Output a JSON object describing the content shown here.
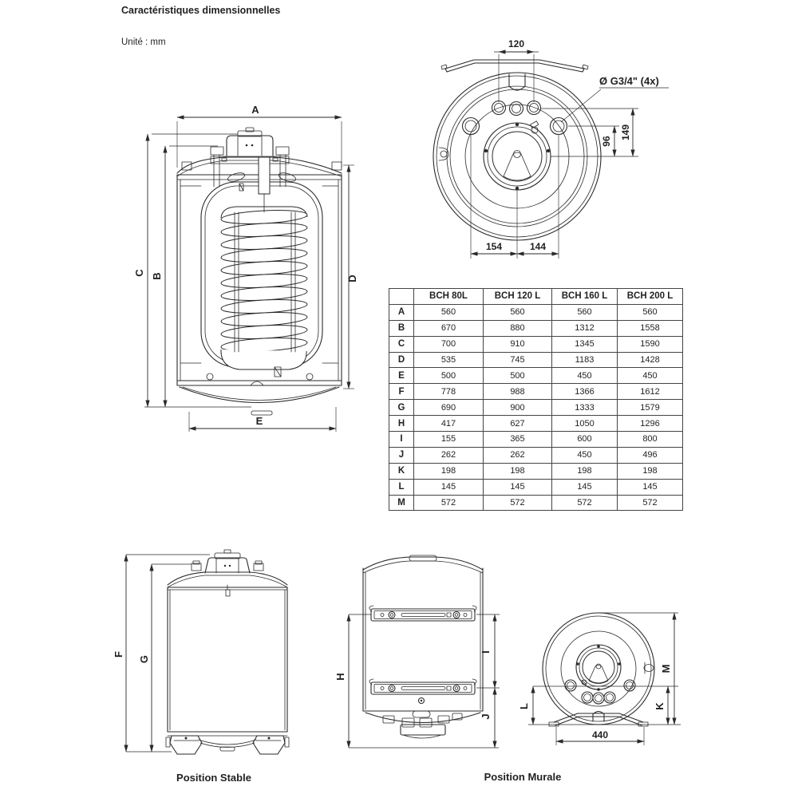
{
  "page": {
    "title": "Caractéristiques dimensionnelles",
    "unit_label": "Unité : mm"
  },
  "front_view": {
    "dim_a": "A",
    "dim_b": "B",
    "dim_c": "C",
    "dim_d": "D",
    "dim_e": "E"
  },
  "top_view": {
    "dim_120": "120",
    "conn_label": "Ø G3/4\" (4x)",
    "dim_96": "96",
    "dim_149": "149",
    "dim_154": "154",
    "dim_144": "144"
  },
  "table": {
    "headers": [
      "",
      "BCH 80L",
      "BCH 120 L",
      "BCH 160 L",
      "BCH 200 L"
    ],
    "rows": [
      {
        "label": "A",
        "values": [
          "560",
          "560",
          "560",
          "560"
        ]
      },
      {
        "label": "B",
        "values": [
          "670",
          "880",
          "1312",
          "1558"
        ]
      },
      {
        "label": "C",
        "values": [
          "700",
          "910",
          "1345",
          "1590"
        ]
      },
      {
        "label": "D",
        "values": [
          "535",
          "745",
          "1183",
          "1428"
        ]
      },
      {
        "label": "E",
        "values": [
          "500",
          "500",
          "450",
          "450"
        ]
      },
      {
        "label": "F",
        "values": [
          "778",
          "988",
          "1366",
          "1612"
        ]
      },
      {
        "label": "G",
        "values": [
          "690",
          "900",
          "1333",
          "1579"
        ]
      },
      {
        "label": "H",
        "values": [
          "417",
          "627",
          "1050",
          "1296"
        ]
      },
      {
        "label": "I",
        "values": [
          "155",
          "365",
          "600",
          "800"
        ]
      },
      {
        "label": "J",
        "values": [
          "262",
          "262",
          "450",
          "496"
        ]
      },
      {
        "label": "K",
        "values": [
          "198",
          "198",
          "198",
          "198"
        ]
      },
      {
        "label": "L",
        "values": [
          "145",
          "145",
          "145",
          "145"
        ]
      },
      {
        "label": "M",
        "values": [
          "572",
          "572",
          "572",
          "572"
        ]
      }
    ]
  },
  "stable_view": {
    "caption": "Position Stable",
    "dim_f": "F",
    "dim_g": "G"
  },
  "wall_front_view": {
    "dim_h": "H",
    "dim_i": "I",
    "dim_j": "J"
  },
  "wall_side_view": {
    "caption": "Position Murale",
    "dim_m": "M",
    "dim_k": "K",
    "dim_l": "L",
    "dim_440": "440"
  }
}
